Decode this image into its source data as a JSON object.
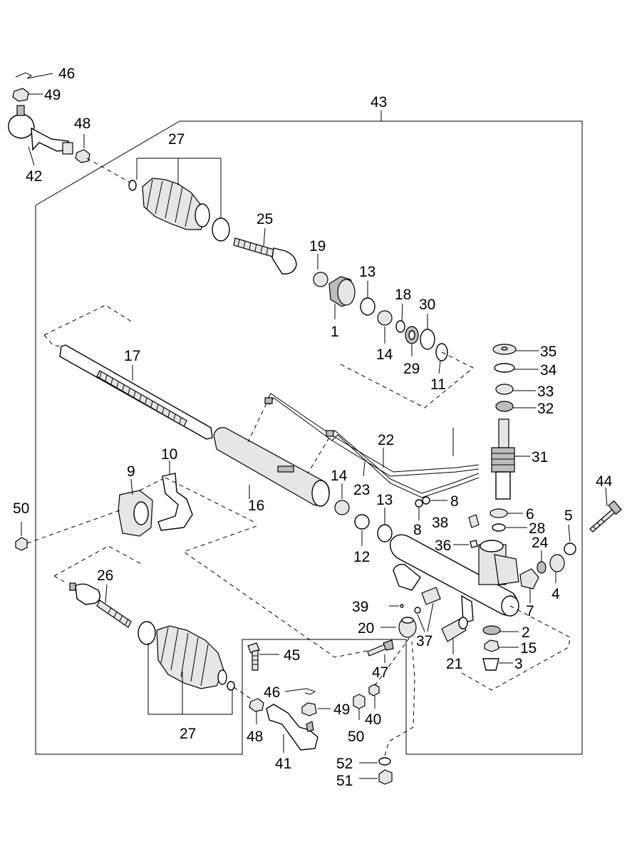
{
  "labels": {
    "p1": "1",
    "p2": "2",
    "p3": "3",
    "p4": "4",
    "p5": "5",
    "p6": "6",
    "p7": "7",
    "p8a": "8",
    "p8b": "8",
    "p9": "9",
    "p10": "10",
    "p11": "11",
    "p12": "12",
    "p13a": "13",
    "p13b": "13",
    "p14a": "14",
    "p14b": "14",
    "p15": "15",
    "p16": "16",
    "p17": "17",
    "p18": "18",
    "p19": "19",
    "p20": "20",
    "p21": "21",
    "p22": "22",
    "p23": "23",
    "p24": "24",
    "p25": "25",
    "p26": "26",
    "p27a": "27",
    "p27b": "27",
    "p28": "28",
    "p29": "29",
    "p30": "30",
    "p31": "31",
    "p32": "32",
    "p33": "33",
    "p34": "34",
    "p35": "35",
    "p36": "36",
    "p37": "37",
    "p38": "38",
    "p39": "39",
    "p40": "40",
    "p41": "41",
    "p42": "42",
    "p43": "43",
    "p44": "44",
    "p45": "45",
    "p46a": "46",
    "p46b": "46",
    "p47": "47",
    "p48a": "48",
    "p48b": "48",
    "p49a": "49",
    "p49b": "49",
    "p50a": "50",
    "p50b": "50",
    "p51": "51",
    "p52": "52"
  }
}
